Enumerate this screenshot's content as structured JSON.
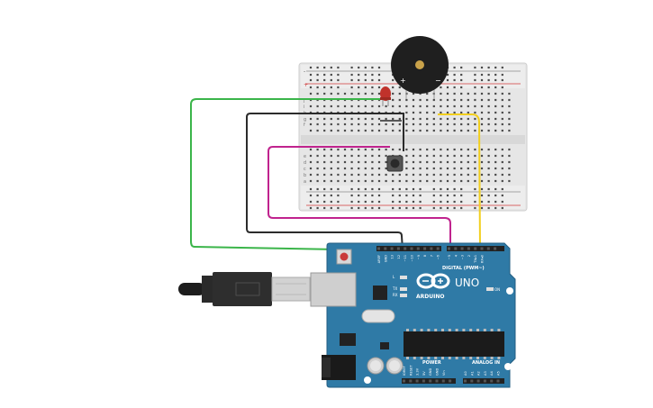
{
  "board": {
    "logo_text": "ARDUINO",
    "model_text": "UNO",
    "digital_header_label": "DIGITAL (PWM~)",
    "power_header_label": "POWER",
    "analog_header_label": "ANALOG IN",
    "led_labels": [
      "L",
      "TX",
      "RX"
    ],
    "on_label": "ON",
    "digital_pin_labels": [
      "AREF",
      "GND",
      "13",
      "12",
      "~11",
      "~10",
      "~9",
      "8",
      "7",
      "~6",
      "~5",
      "4",
      "~3",
      "2",
      "TX▸1",
      "RX◂0"
    ],
    "power_pin_labels": [
      "IOREF",
      "RESET",
      "3.3V",
      "5V",
      "GND",
      "GND",
      "Vin"
    ],
    "analog_pin_labels": [
      "A0",
      "A1",
      "A2",
      "A3",
      "A4",
      "A5"
    ]
  },
  "breadboard": {
    "rail_signs": [
      "+",
      "-"
    ],
    "row_letters_top": [
      "j",
      "i",
      "h",
      "g",
      "f"
    ],
    "row_letters_bottom": [
      "e",
      "d",
      "c",
      "b",
      "a"
    ],
    "columns": 30
  },
  "buzzer": {
    "plus_label": "+",
    "minus_label": "−"
  },
  "colors": {
    "board_blue": "#2f7aa6",
    "wire_green": "#3bb54a",
    "wire_black": "#2b2b2b",
    "wire_magenta": "#c0238e",
    "wire_yellow": "#f2cf1d",
    "led_red": "#c0322b"
  }
}
